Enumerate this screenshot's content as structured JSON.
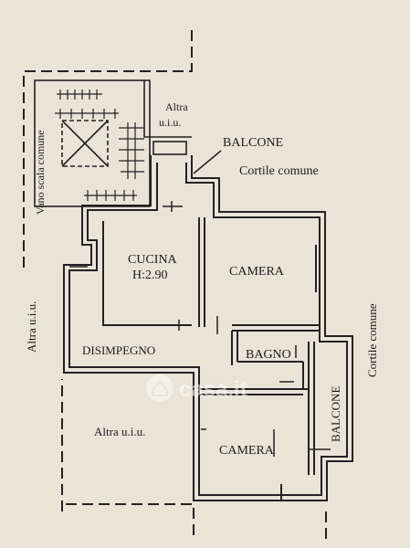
{
  "labels": {
    "vano_scala": "Vano scala comune",
    "altra_uiu_top_1": "Altra",
    "altra_uiu_top_2": "u.i.u.",
    "balcone_top": "BALCONE",
    "cortile_top": "Cortile comune",
    "cucina": "CUCINA",
    "cucina_height": "H:2.90",
    "camera_top": "CAMERA",
    "altra_uiu_left": "Altra u.i.u.",
    "disimpegno": "DISIMPEGNO",
    "bagno": "BAGNO",
    "altra_uiu_bottom": "Altra u.i.u.",
    "camera_bottom": "CAMERA",
    "balcone_right": "BALCONE",
    "cortile_right": "Cortile comune"
  },
  "watermark": {
    "text": "casa.it"
  },
  "colors": {
    "background": "#e9e4d8",
    "ink": "#1b1b1b"
  }
}
